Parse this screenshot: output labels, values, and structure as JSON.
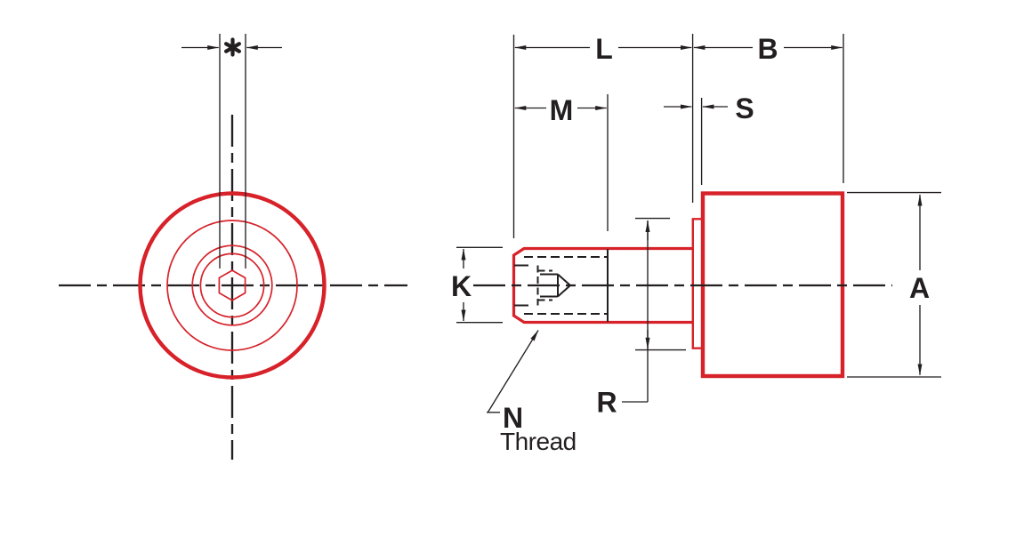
{
  "colors": {
    "part-red": "#D7222A",
    "ink": "#231F20"
  },
  "front_view": {
    "asterisk_symbol": "*",
    "features": [
      "head-outline-circle",
      "flange-circle",
      "thread-major-circle",
      "thread-minor-circle",
      "hex-socket"
    ]
  },
  "dimensions": {
    "L": "L",
    "B": "B",
    "M": "M",
    "S": "S",
    "K": "K",
    "A": "A",
    "R": "R"
  },
  "thread_callout": {
    "letter": "N",
    "caption": "Thread"
  }
}
